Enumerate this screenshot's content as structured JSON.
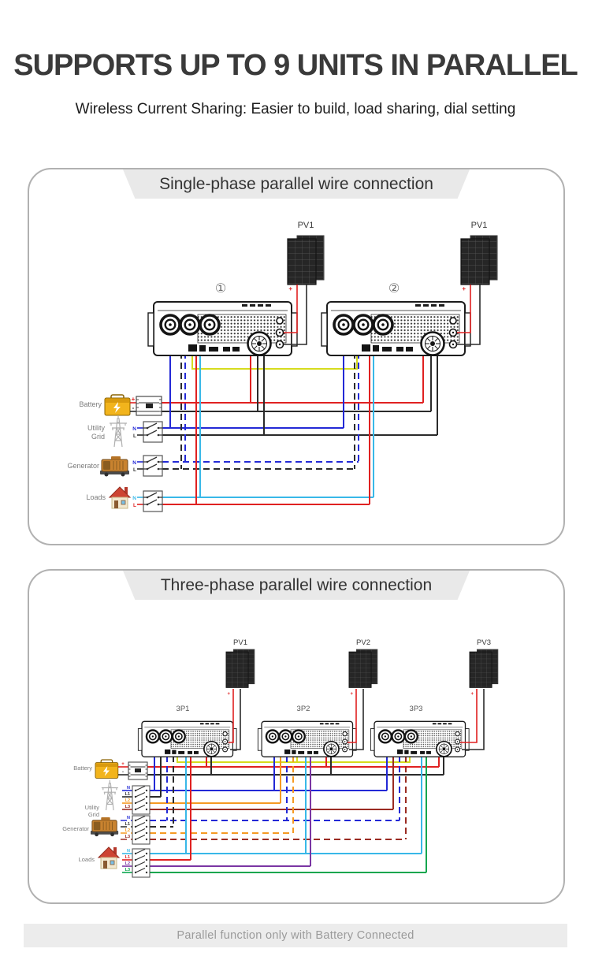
{
  "header": {
    "title": "SUPPORTS UP TO 9 UNITS IN PARALLEL",
    "subtitle": "Wireless Current Sharing: Easier to build, load sharing, dial setting"
  },
  "single_phase": {
    "title": "Single-phase parallel wire connection",
    "pv_labels": [
      "PV1",
      "PV1"
    ],
    "pv_polarity": "+",
    "units": [
      "①",
      "②"
    ],
    "battery": {
      "label": "Battery",
      "pos": "+",
      "neg": "-"
    },
    "grid": {
      "label_lines": [
        "Utility",
        "Grid"
      ],
      "terminals": [
        "N",
        "L"
      ]
    },
    "generator": {
      "label": "Generator",
      "terminals": [
        "N",
        "L"
      ]
    },
    "loads": {
      "label": "Loads",
      "terminals": [
        "N",
        "L"
      ]
    }
  },
  "three_phase": {
    "title": "Three-phase parallel wire connection",
    "pv_labels": [
      "PV1",
      "PV2",
      "PV3"
    ],
    "pv_polarity": "+",
    "units": [
      "3P1",
      "3P2",
      "3P3"
    ],
    "battery": {
      "label": "Battery",
      "pos": "+",
      "neg": "-"
    },
    "grid": {
      "label_lines": [
        "Utility",
        "Grid"
      ],
      "terminals": [
        "N",
        "L1",
        "L2",
        "L3"
      ]
    },
    "generator": {
      "label": "Generator",
      "terminals": [
        "N",
        "L1",
        "L2",
        "L3"
      ]
    },
    "loads": {
      "label": "Loads",
      "terminals": [
        "N",
        "L1",
        "L2",
        "L3"
      ]
    }
  },
  "footer": {
    "note": "Parallel function only with Battery Connected"
  },
  "colors": {
    "wire_positive": "#e02121",
    "wire_negative": "#2b2b2b",
    "wire_neutral": "#2329d6",
    "wire_load_neutral": "#38b8e8",
    "wire_comm": "#d6dc1e",
    "wire_l2": "#f59a23",
    "wire_l3": "#9a2b22",
    "wire_load_l2": "#7a35a3",
    "wire_load_l3": "#0aa64e",
    "panel_border": "#b1b1b1",
    "banner_bg": "#e9e9e9",
    "footer_bg": "#ececec"
  }
}
